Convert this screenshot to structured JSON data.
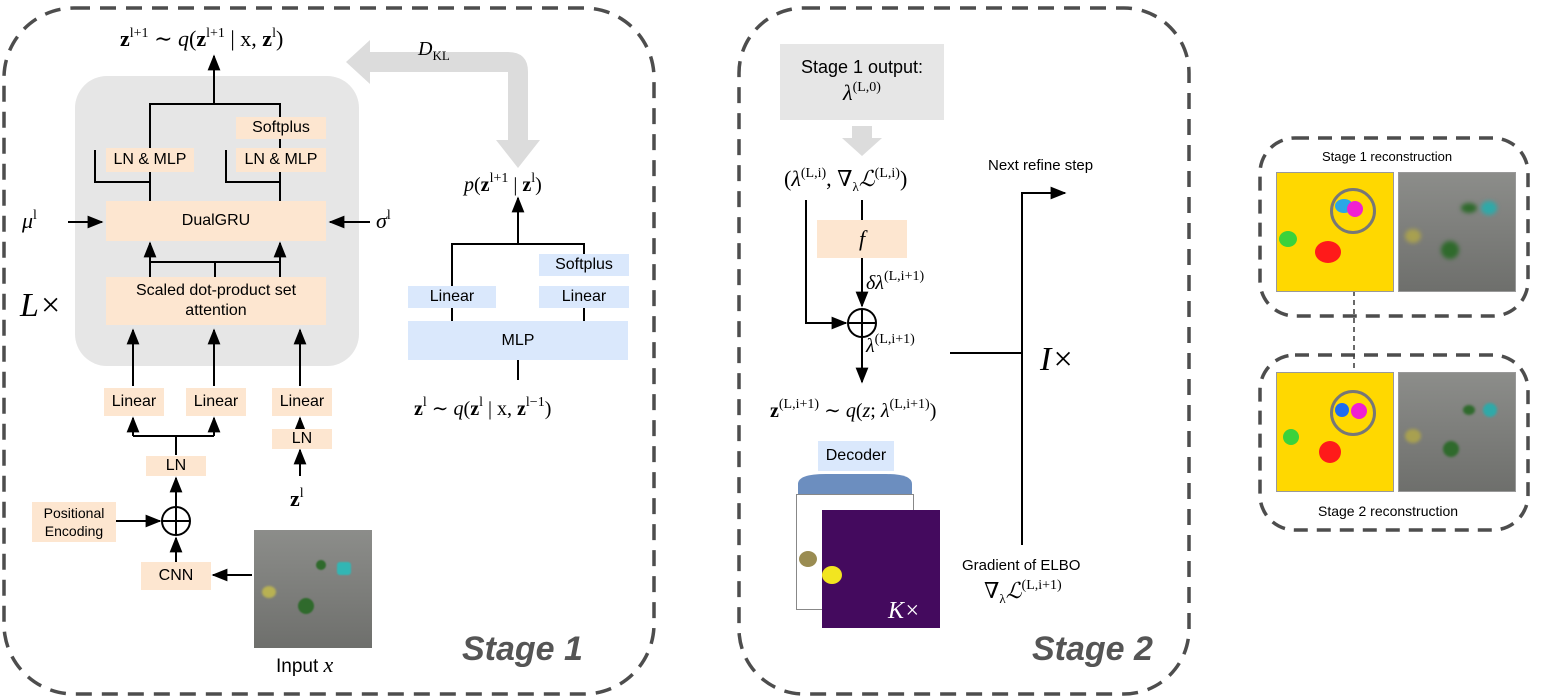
{
  "stage1": {
    "title": "Stage 1",
    "top_formula": {
      "lhs_bold": "z",
      "lhs_sup": "l+1",
      "rel": " ∼ ",
      "fn": "q",
      "arg_bold": "z",
      "arg_sup": "l+1",
      "cond": " | x, ",
      "cond_bold": "z",
      "cond_sup": "l",
      "close": ")"
    },
    "dkl": {
      "main": "D",
      "sub": "KL"
    },
    "softplus_label": "Softplus",
    "ln_mlp_left": "LN & MLP",
    "ln_mlp_right": "LN & MLP",
    "dualgru": "DualGRU",
    "mu": {
      "sym": "μ",
      "sup": "l"
    },
    "sigma": {
      "sym": "σ",
      "sup": "l"
    },
    "attention": "Scaled dot-product set attention",
    "L_times": "L×",
    "linear_1": "Linear",
    "linear_2": "Linear",
    "linear_3": "Linear",
    "ln_right": "LN",
    "ln_left": "LN",
    "z_l": {
      "bold": "z",
      "sup": "l"
    },
    "positional_encoding": "Positional Encoding",
    "cnn": "CNN",
    "input_label": "Input",
    "input_var": "x",
    "prior": {
      "fn": "p",
      "arg_bold": "z",
      "arg_sup": "l+1",
      "cond": " | ",
      "cond_bold": "z",
      "cond_sup": "l",
      "close": ")"
    },
    "prior_softplus": "Softplus",
    "prior_linear_left": "Linear",
    "prior_linear_right": "Linear",
    "prior_mlp": "MLP",
    "bottom_formula": {
      "lhs_bold": "z",
      "lhs_sup": "l",
      "rel": " ∼ ",
      "fn": "q",
      "arg_bold": "z",
      "arg_sup": "l",
      "cond": " | x, ",
      "cond_bold": "z",
      "cond_sup": "l−1",
      "close": ")"
    }
  },
  "stage2": {
    "title": "Stage 2",
    "output_line1": "Stage 1 output:",
    "output_lambda": {
      "sym": "λ",
      "sup": "(L,0)"
    },
    "pair": {
      "open": "(",
      "sym": "λ",
      "sup": "(L,i)",
      "sep": ", ∇",
      "sub": "λ",
      "loss": "ℒ",
      "loss_sup": "(L,i)",
      "close": ")"
    },
    "f_label": "f",
    "delta": {
      "sym": "δλ",
      "sup": "(L,i+1)"
    },
    "lambda_next": {
      "sym": "λ",
      "sup": "(L,i+1)"
    },
    "next_refine": "Next refine step",
    "I_times": "I×",
    "z_formula": {
      "bold": "z",
      "sup": "(L,i+1)",
      "rel": " ∼ ",
      "fn": "q",
      "arg": "z",
      "sep": "; ",
      "sym": "λ",
      "sym_sup": "(L,i+1)",
      "close": ")"
    },
    "decoder": "Decoder",
    "K_times": "K×",
    "gradient_label": "Gradient of ELBO",
    "gradient_formula": {
      "sym": "∇",
      "sub": "λ",
      "loss": "ℒ",
      "sup": "(L,i+1)"
    }
  },
  "recon": {
    "stage1_label": "Stage 1 reconstruction",
    "stage2_label": "Stage 2 reconstruction"
  },
  "colors": {
    "orange_block": "#fde6d0",
    "blue_block": "#dae8fc",
    "gray_block": "#e6e6e6",
    "decoder_cap": "#6c8ebf",
    "mask_bg": "#ffd800",
    "latent_bg": "#440a5e",
    "dash_border": "#4d4d4d"
  }
}
